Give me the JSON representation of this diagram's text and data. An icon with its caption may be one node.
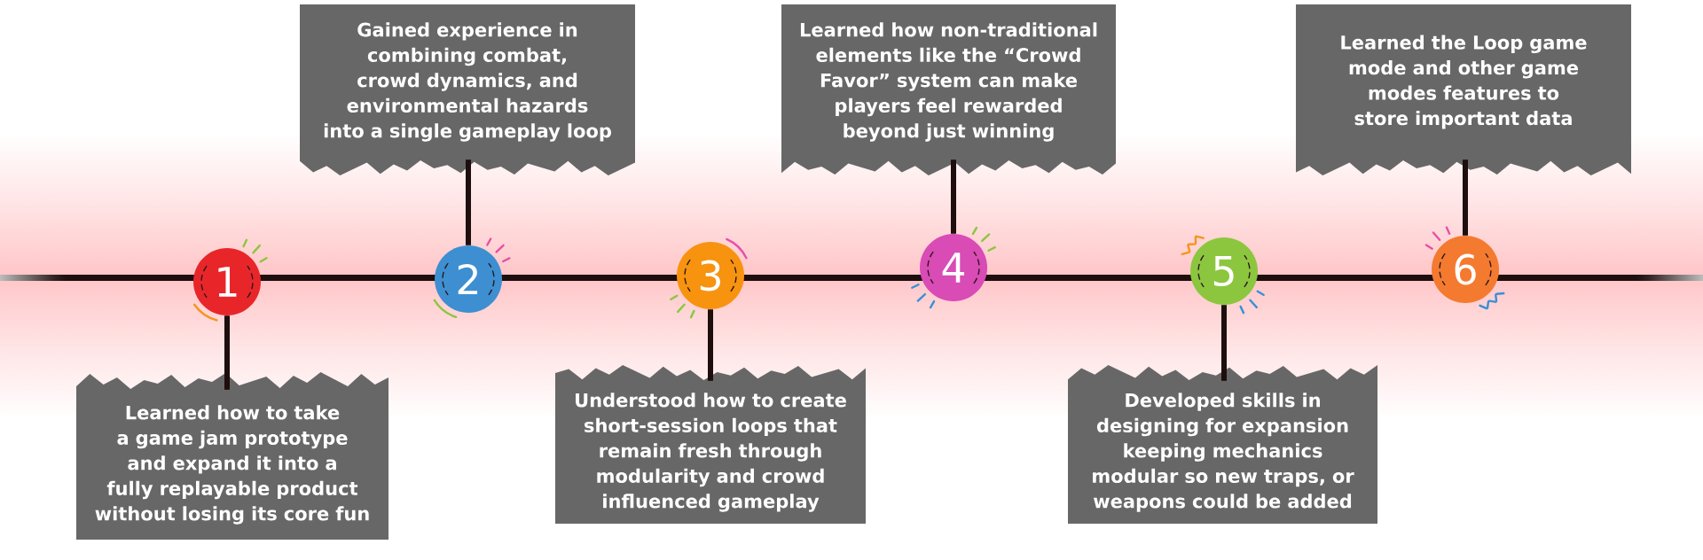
{
  "diagram": {
    "nodes": [
      {
        "text": [
          "1"
        ]
      },
      {
        "text": [
          "Learned how to take a game jam prototype and expand it into a fully replayable product without losing its core fun"
        ]
      },
      {
        "text": [
          "2"
        ]
      },
      {
        "text": [
          "Gained experience in combining combat, crowd dynamics, and environmental hazards into a single gameplay loop"
        ]
      },
      {
        "text": [
          "3"
        ]
      },
      {
        "text": [
          "Understood how to create short-session loops that remain fresh through modularity and crowd influenced gameplay"
        ]
      },
      {
        "text": [
          "4"
        ]
      },
      {
        "text": [
          "Learned how non-traditional elements like the “Crowd Favor” system can make players feel rewarded beyond just winning"
        ]
      },
      {
        "text": [
          "5"
        ]
      },
      {
        "text": [
          "Developed skills in designing for expansion keeping mechanics modular so new traps, or weapons could be added"
        ]
      },
      {
        "text": [
          "6"
        ]
      },
      {
        "text": [
          "Learned the Loop game mode and other game modes features to store important data"
        ]
      }
    ],
    "edges": [
      {
        "from": 0,
        "to": 1,
        "arrow": "none"
      },
      {
        "from": 2,
        "to": 3,
        "arrow": "none"
      },
      {
        "from": 4,
        "to": 5,
        "arrow": "none"
      },
      {
        "from": 6,
        "to": 7,
        "arrow": "none"
      },
      {
        "from": 8,
        "to": 9,
        "arrow": "none"
      },
      {
        "from": 10,
        "to": 11,
        "arrow": "none"
      }
    ]
  }
}
